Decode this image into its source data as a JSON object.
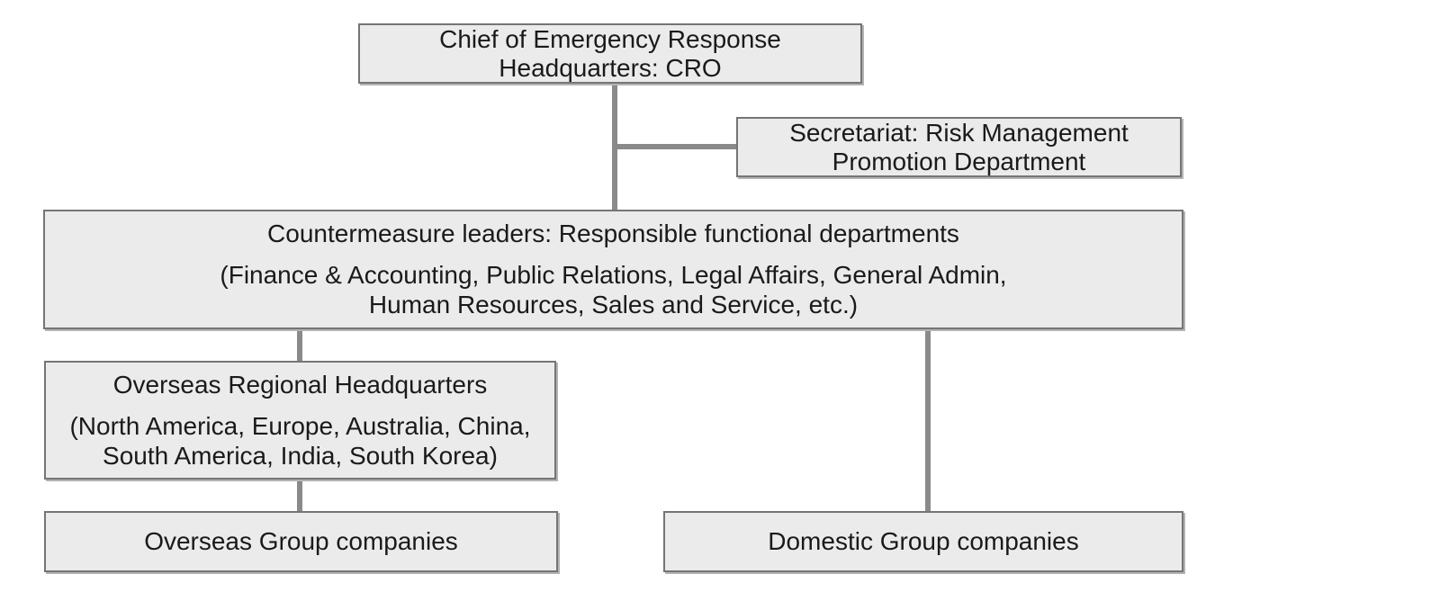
{
  "diagram": {
    "type": "org-chart",
    "colors": {
      "background": "#ffffff",
      "box_fill": "#ebebeb",
      "box_border": "#757575",
      "box_shadow": "#b3b3b3",
      "connector": "#8a8a8a",
      "text": "#1a1a1a"
    },
    "nodes": {
      "chief": {
        "line1": "Chief of Emergency Response",
        "line2": "Headquarters: CRO"
      },
      "secretariat": {
        "line1": "Secretariat: Risk Management",
        "line2": "Promotion Department"
      },
      "countermeasure": {
        "heading": "Countermeasure leaders: Responsible functional departments",
        "detail_line1": "(Finance & Accounting, Public Relations, Legal Affairs, General Admin,",
        "detail_line2": "Human Resources, Sales and Service, etc.)"
      },
      "overseas_hq": {
        "heading": "Overseas Regional Headquarters",
        "detail_line1": "(North America, Europe, Australia, China,",
        "detail_line2": "South America, India, South Korea)"
      },
      "overseas_group": {
        "label": "Overseas Group companies"
      },
      "domestic_group": {
        "label": "Domestic Group companies"
      }
    },
    "edges": [
      {
        "from": "chief",
        "to": "countermeasure"
      },
      {
        "from": "chief",
        "to": "secretariat"
      },
      {
        "from": "countermeasure",
        "to": "overseas_hq"
      },
      {
        "from": "overseas_hq",
        "to": "overseas_group"
      },
      {
        "from": "countermeasure",
        "to": "domestic_group"
      }
    ]
  }
}
